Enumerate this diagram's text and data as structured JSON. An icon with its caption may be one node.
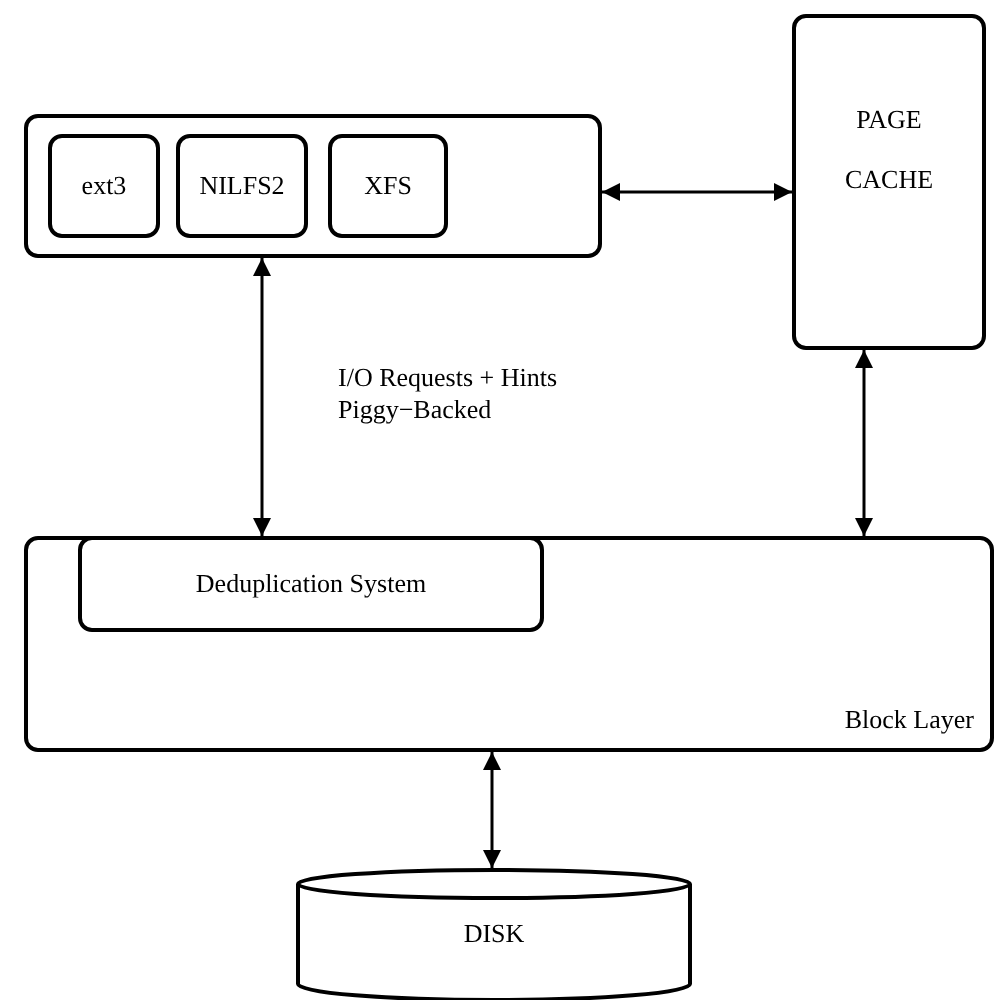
{
  "diagram": {
    "nodes": [
      {
        "text": [],
        "shape": "box"
      },
      {
        "text": [
          "ext3"
        ],
        "in": 0
      },
      {
        "text": [
          "NILFS2"
        ],
        "in": 0
      },
      {
        "text": [
          "XFS"
        ],
        "in": 0
      },
      {
        "text": [
          "PAGE CACHE"
        ]
      },
      {
        "text": [
          "Block Layer"
        ]
      },
      {
        "text": [
          "Deduplication System"
        ],
        "in": 5
      },
      {
        "text": [
          "DISK"
        ]
      }
    ],
    "edges": [
      {
        "from": 0,
        "to": 4,
        "arrow": "both"
      },
      {
        "from": 0,
        "to": 5,
        "arrow": "both",
        "label": "I/O Requests + Hints Piggy−Backed"
      },
      {
        "from": 4,
        "to": 5,
        "arrow": "both"
      },
      {
        "from": 5,
        "to": 7,
        "arrow": "both"
      }
    ]
  }
}
